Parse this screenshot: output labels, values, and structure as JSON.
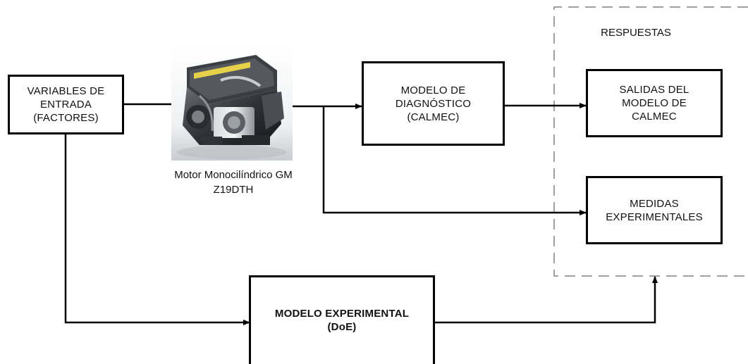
{
  "diagram": {
    "responses_label": "RESPUESTAS",
    "engine_caption": "Motor Monocilíndrico GM\nZ19DTH",
    "boxes": {
      "input_variables": "VARIABLES DE\nENTRADA\n(FACTORES)",
      "diagnostic_model": "MODELO DE\nDIAGNÓSTICO\n(CALMEC)",
      "calmec_outputs": "SALIDAS DEL\nMODELO DE\nCALMEC",
      "experimental_measures": "MEDIDAS\nEXPERIMENTALES",
      "experimental_model": "MODELO EXPERIMENTAL\n(DoE)"
    },
    "engine_image": "engine-photo",
    "colors": {
      "line": "#000000",
      "dashed_border": "#a0a0a0",
      "background": "#ffffff"
    }
  }
}
